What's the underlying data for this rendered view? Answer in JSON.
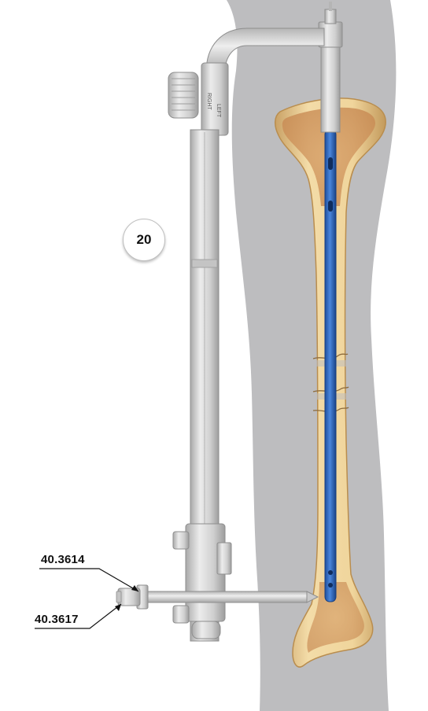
{
  "step_number": "20",
  "part_labels": [
    {
      "code": "40.3614"
    },
    {
      "code": "40.3617"
    }
  ],
  "guide_side_markings": [
    "RIGHT",
    "LEFT"
  ],
  "colors": {
    "leg_silhouette": "#bdbdbf",
    "bone": "#e9c98f",
    "bone_edge": "#b98d4e",
    "nail": "#2f64b8",
    "instrument_metal": "#d6d6d6",
    "instrument_edge": "#9a9a9a"
  }
}
